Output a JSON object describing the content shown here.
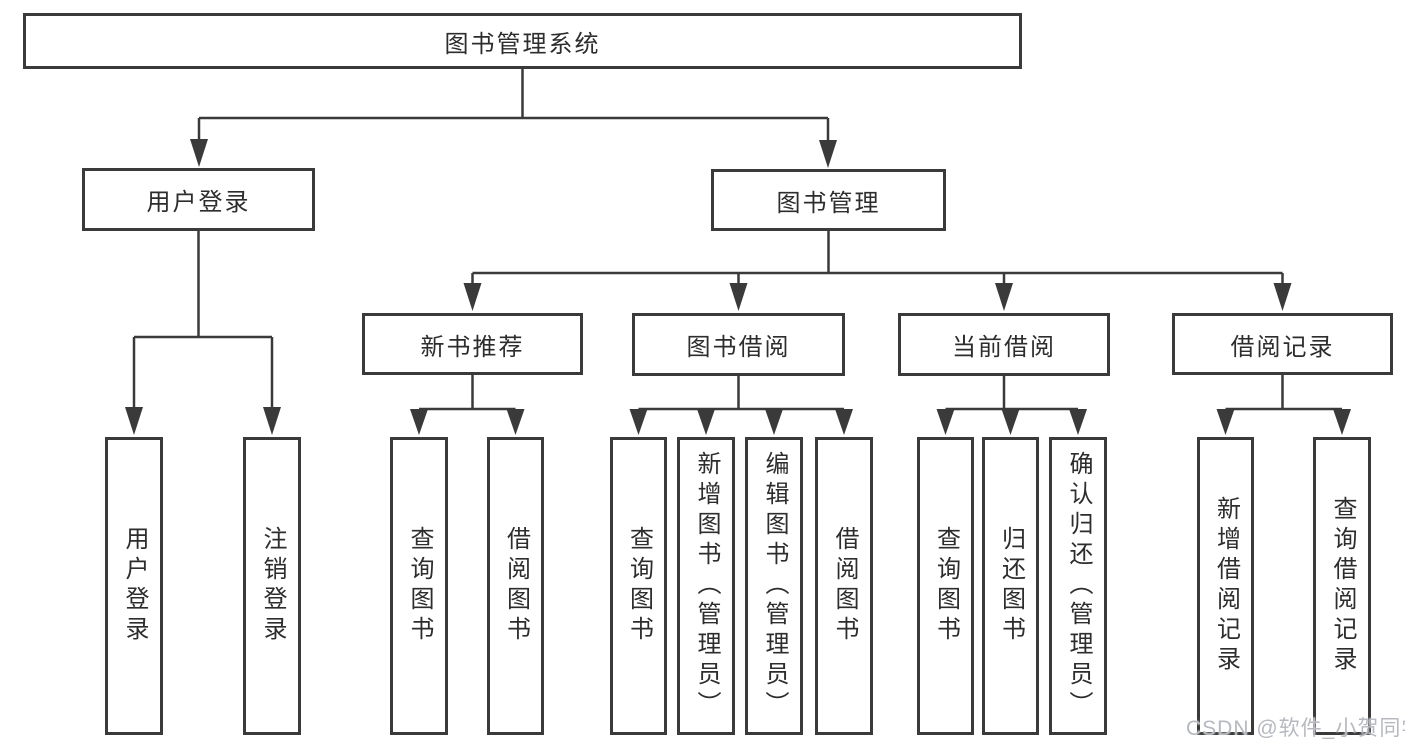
{
  "diagram_title": "图书管理系统",
  "colors": {
    "line": "#3a3a3a",
    "text": "#2d2d2d",
    "watermark": "#b6b9c0",
    "background": "#ffffff"
  },
  "tree": {
    "root": {
      "label": "图书管理系统"
    },
    "branches": [
      {
        "label": "用户登录",
        "leaves": [
          {
            "label": "用户登录"
          },
          {
            "label": "注销登录"
          }
        ]
      },
      {
        "label": "图书管理",
        "groups": [
          {
            "label": "新书推荐",
            "leaves": [
              {
                "label": "查询图书"
              },
              {
                "label": "借阅图书"
              }
            ]
          },
          {
            "label": "图书借阅",
            "leaves": [
              {
                "label": "查询图书"
              },
              {
                "label": "新增图书（管理员）"
              },
              {
                "label": "编辑图书（管理员）"
              },
              {
                "label": "借阅图书"
              }
            ]
          },
          {
            "label": "当前借阅",
            "leaves": [
              {
                "label": "查询图书"
              },
              {
                "label": "归还图书"
              },
              {
                "label": "确认归还（管理员）"
              }
            ]
          },
          {
            "label": "借阅记录",
            "leaves": [
              {
                "label": "新增借阅记录"
              },
              {
                "label": "查询借阅记录"
              }
            ]
          }
        ]
      }
    ]
  },
  "watermark": {
    "text": "CSDN @软件_小贺同学"
  }
}
